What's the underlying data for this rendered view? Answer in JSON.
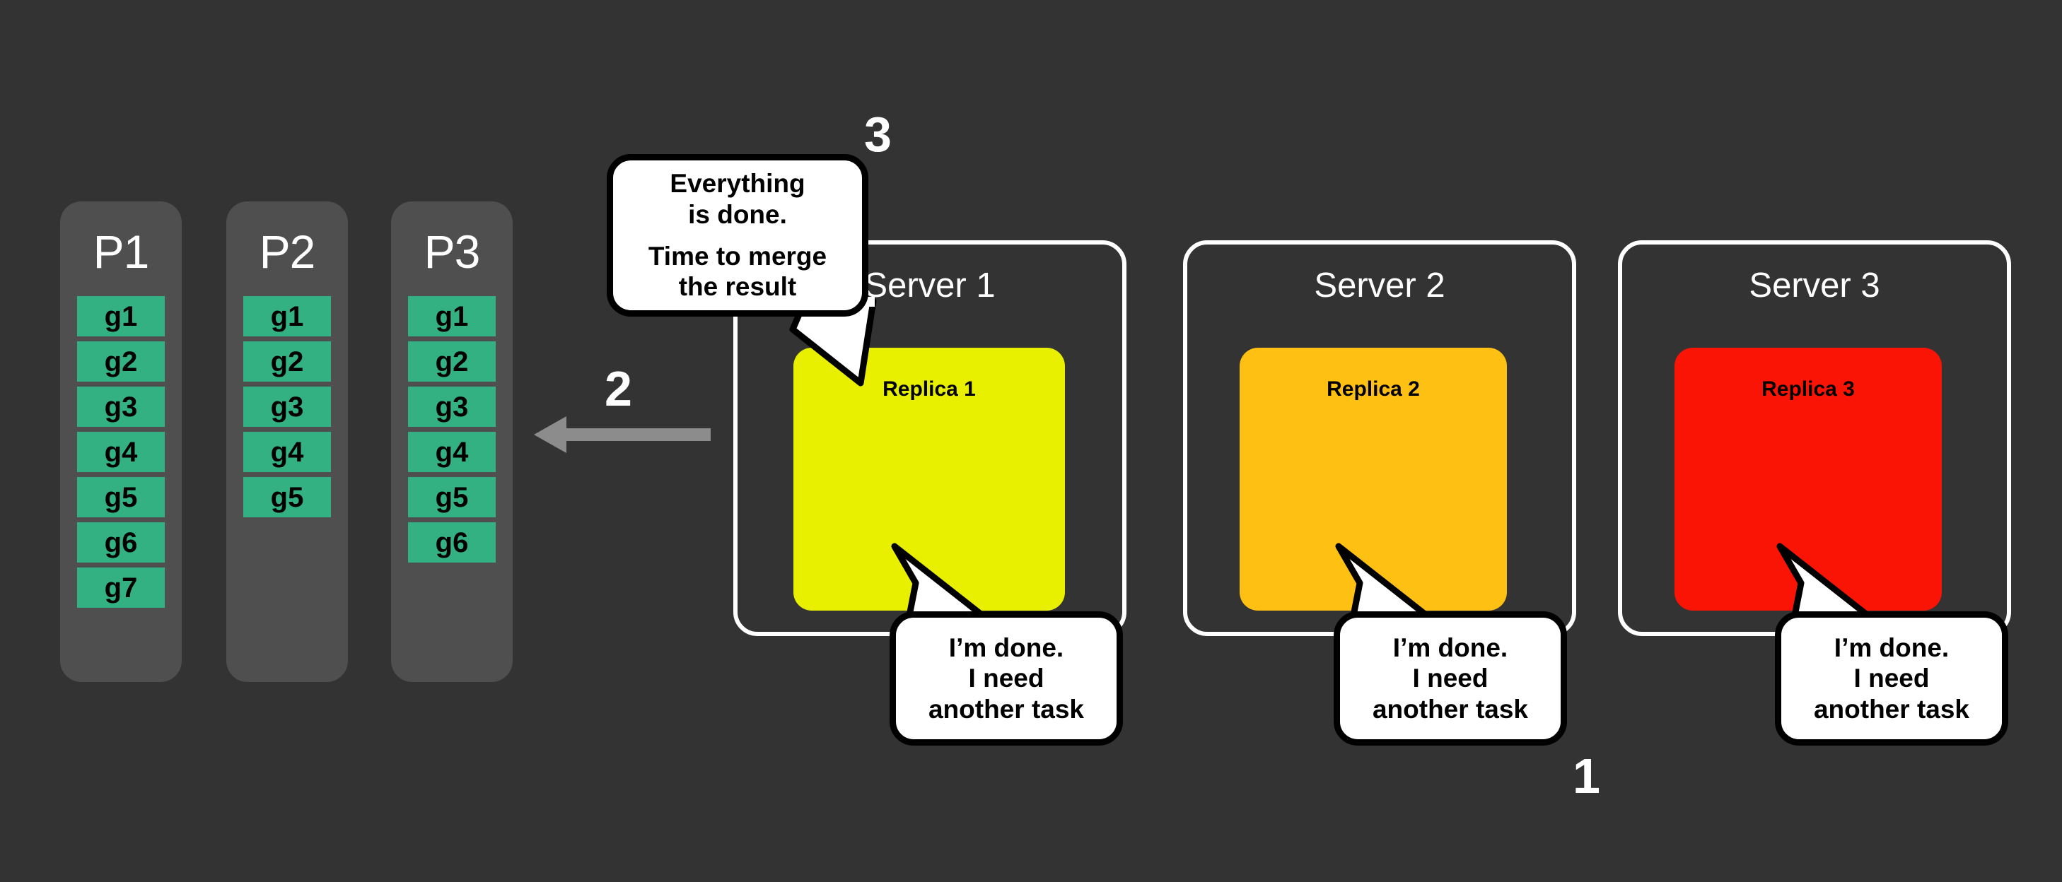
{
  "theme": {
    "background": "#333333",
    "partition_bg": "#4f4f4f",
    "chunk_green": "#33b183",
    "replica_yellow": "#e8f000",
    "replica_orange": "#ffc014",
    "replica_red": "#fa1405",
    "frame_white": "#ffffff",
    "arrow_gray": "#8c8c8c",
    "bubble_bg": "#ffffff",
    "bubble_border": "#000000"
  },
  "partitions": [
    {
      "title": "P1",
      "chunks": [
        "g1",
        "g2",
        "g3",
        "g4",
        "g5",
        "g6",
        "g7"
      ]
    },
    {
      "title": "P2",
      "chunks": [
        "g1",
        "g2",
        "g3",
        "g4",
        "g5"
      ]
    },
    {
      "title": "P3",
      "chunks": [
        "g1",
        "g2",
        "g3",
        "g4",
        "g5",
        "g6"
      ]
    }
  ],
  "steps": [
    {
      "label": "1"
    },
    {
      "label": "2"
    },
    {
      "label": "3"
    }
  ],
  "merge_arrow": {
    "direction": "left",
    "color": "#8c8c8c"
  },
  "servers": [
    {
      "title": "Server 1",
      "replica_label": "Replica 1",
      "replica_color": "#e8f000"
    },
    {
      "title": "Server 2",
      "replica_label": "Replica 2",
      "replica_color": "#ffc014"
    },
    {
      "title": "Server 3",
      "replica_label": "Replica 3",
      "replica_color": "#fa1405"
    }
  ],
  "bubbles": {
    "merge": {
      "line1": "Everything",
      "line2": "is done.",
      "line3": "Time to merge",
      "line4": "the result"
    },
    "done": {
      "line1": "I’m done.",
      "line2": "I need",
      "line3": "another task"
    }
  }
}
